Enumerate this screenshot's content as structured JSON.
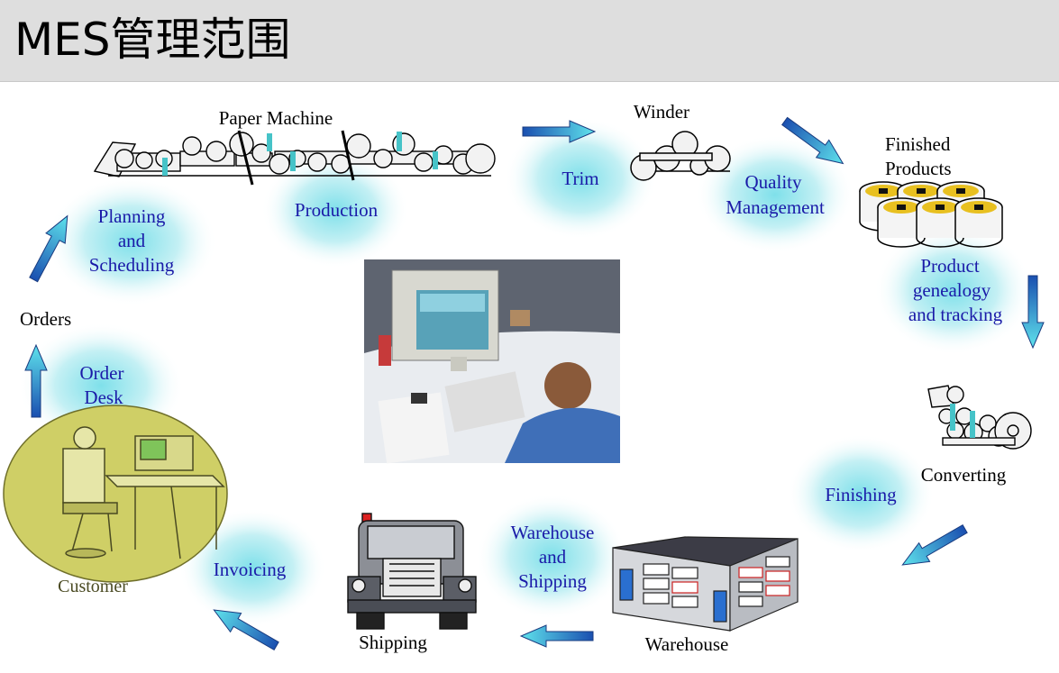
{
  "title": "MES管理范围",
  "stages": {
    "planning": [
      "Planning",
      "and",
      "Scheduling"
    ],
    "production": "Production",
    "trim": "Trim",
    "quality": [
      "Quality",
      "Management"
    ],
    "genealogy": [
      "Product",
      "genealogy",
      "and tracking"
    ],
    "finishing": "Finishing",
    "warehouse_shipping": [
      "Warehouse",
      "and",
      "Shipping"
    ],
    "invoicing": "Invoicing",
    "order_desk": [
      "Order",
      "Desk"
    ]
  },
  "labels": {
    "paper_machine": "Paper Machine",
    "winder": "Winder",
    "finished_products": [
      "Finished",
      "Products"
    ],
    "converting": "Converting",
    "warehouse": "Warehouse",
    "shipping": "Shipping",
    "customer": "Customer",
    "orders": "Orders"
  },
  "colors": {
    "stage_text": "#1a1aa8",
    "bubble": "#7fe0ea",
    "arrow": "#2a9fd8",
    "header_bg": "#dedede",
    "customer_disc": "#cfcf66"
  }
}
